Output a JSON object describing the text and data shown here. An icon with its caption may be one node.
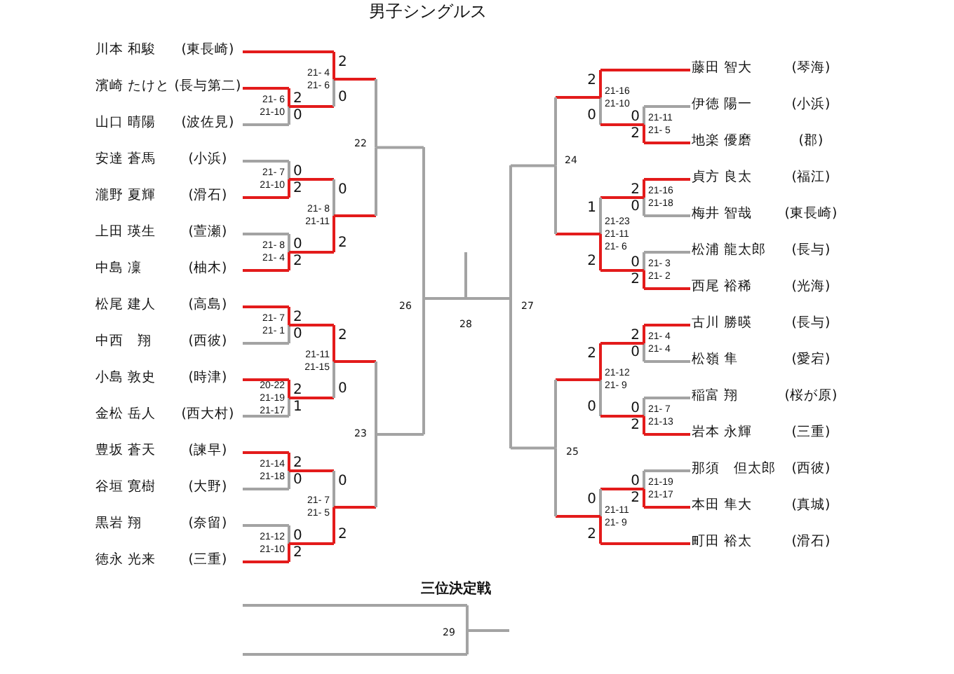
{
  "diagram": {
    "title": "男子シングルス",
    "labels": [
      "川本 和駿",
      "(東長崎)",
      "濱崎 たけと",
      "(長与第二)",
      "山口 晴陽",
      "(波佐見)",
      "安達 蒼馬",
      "(小浜)",
      "瀧野 夏輝",
      "(滑石)",
      "上田 瑛生",
      "(萱瀬)",
      "中島 凜",
      "(柚木)",
      "松尾 建人",
      "(高島)",
      "中西　翔",
      "(西彼)",
      "小島 敦史",
      "(時津)",
      "金松 岳人",
      "(西大村)",
      "豊坂 蒼天",
      "(諫早)",
      "谷垣 寛樹",
      "(大野)",
      "黒岩 翔",
      "(奈留)",
      "徳永 光来",
      "(三重)",
      "藤田 智大",
      "(琴海)",
      "伊徳 陽一",
      "(小浜)",
      "地楽 優磨",
      "(郡)",
      "貞方 良太",
      "(福江)",
      "梅井 智哉",
      "(東長崎)",
      "松浦 龍太郎",
      "(長与)",
      "西尾 裕稀",
      "(光海)",
      "古川 勝暎",
      "(長与)",
      "松嶺 隼",
      "(愛宕)",
      "稲富 翔",
      "(桜が原)",
      "岩本 永輝",
      "(三重)",
      "那須　但太郎",
      "(西彼)",
      "本田 隼大",
      "(真城)",
      "町田 裕太",
      "(滑石)",
      "2",
      "0",
      "21- 6",
      "21-10",
      "2",
      "0",
      "21- 4",
      "21- 6",
      "0",
      "2",
      "21- 7",
      "21-10",
      "0",
      "2",
      "21- 8",
      "21- 4",
      "0",
      "2",
      "21- 8",
      "21-11",
      "2",
      "0",
      "21- 7",
      "21- 1",
      "2",
      "1",
      "20-22",
      "21-19",
      "21-17",
      "2",
      "0",
      "21-11",
      "21-15",
      "2",
      "0",
      "21-14",
      "21-18",
      "0",
      "2",
      "21-12",
      "21-10",
      "0",
      "2",
      "21- 7",
      "21- 5",
      "2",
      "0",
      "21-16",
      "21-10",
      "0",
      "2",
      "21-11",
      "21- 5",
      "2",
      "0",
      "21-16",
      "21-18",
      "1",
      "2",
      "21-23",
      "21-11",
      "21- 6",
      "0",
      "2",
      "21- 3",
      "21- 2",
      "2",
      "0",
      "21- 4",
      "21- 4",
      "2",
      "0",
      "21-12",
      "21- 9",
      "0",
      "2",
      "21- 7",
      "21-13",
      "0",
      "2",
      "21-19",
      "21-17",
      "0",
      "2",
      "21-11",
      "21- 9",
      "22",
      "23",
      "26",
      "28",
      "27",
      "24",
      "25",
      "三位決定戦",
      "29"
    ]
  }
}
